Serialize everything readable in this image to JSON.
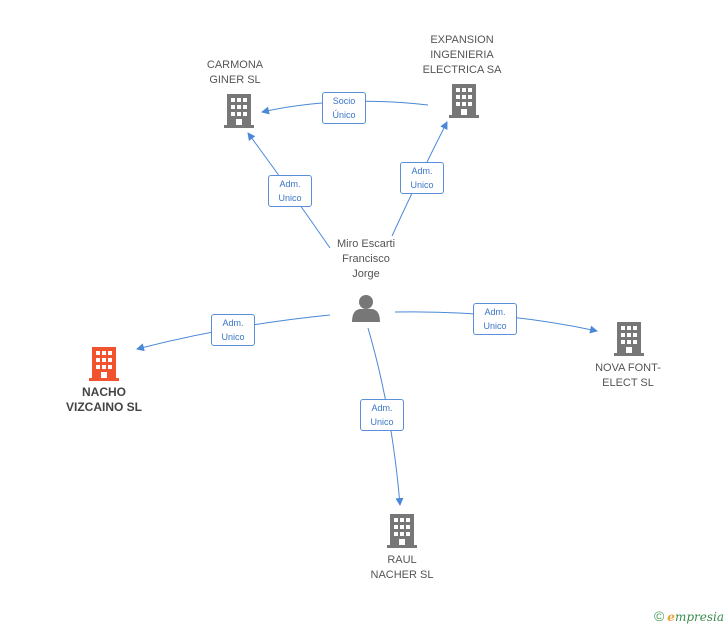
{
  "center": {
    "name": "Miro Escarti\nFrancisco\nJorge",
    "icon": "person-icon"
  },
  "companies": {
    "carmona": {
      "name": "CARMONA\nGINER SL",
      "icon": "building-icon"
    },
    "expansion": {
      "name": "EXPANSION\nINGENIERIA\nELECTRICA SA",
      "icon": "building-icon"
    },
    "nacho": {
      "name": "NACHO\nVIZCAINO SL",
      "icon": "building-icon",
      "highlight_color": "#f0532e"
    },
    "nova": {
      "name": "NOVA FONT-\nELECT SL",
      "icon": "building-icon"
    },
    "raul": {
      "name": "RAUL\nNACHER SL",
      "icon": "building-icon"
    }
  },
  "relations": {
    "r_expansion_carmona": "Socio\nÚnico",
    "r_center_carmona": "Adm.\nUnico",
    "r_center_expansion": "Adm.\nUnico",
    "r_center_nacho": "Adm.\nUnico",
    "r_center_nova": "Adm.\nUnico",
    "r_center_raul": "Adm.\nUnico"
  },
  "colors": {
    "edge": "#4a88d8",
    "building": "#777777",
    "highlight": "#f0532e"
  },
  "footer": {
    "copyright": "©",
    "brand_initial": "e",
    "brand_rest": "mpresia"
  }
}
